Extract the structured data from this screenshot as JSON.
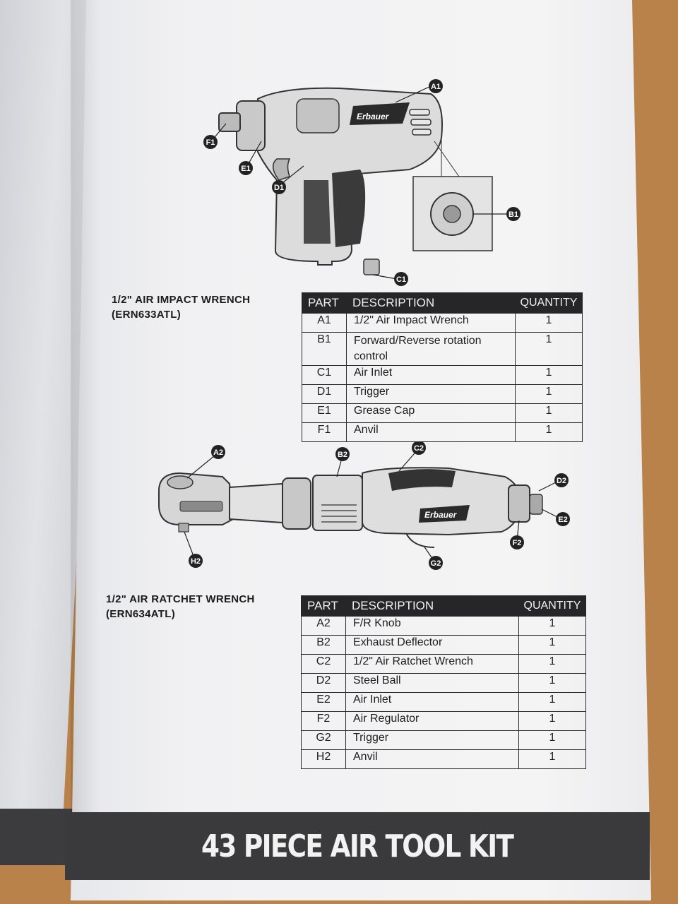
{
  "product1": {
    "title": "1/2\" AIR IMPACT WRENCH",
    "model": "(ERN633ATL)",
    "brand": "Erbauer",
    "callouts": [
      "A1",
      "B1",
      "C1",
      "D1",
      "E1",
      "F1"
    ],
    "table": {
      "headers": [
        "PART",
        "DESCRIPTION",
        "QUANTITY"
      ],
      "rows": [
        {
          "part": "A1",
          "description": "1/2\" Air Impact Wrench",
          "quantity": "1"
        },
        {
          "part": "B1",
          "description": "Forward/Reverse rotation control",
          "quantity": "1"
        },
        {
          "part": "C1",
          "description": "Air Inlet",
          "quantity": "1"
        },
        {
          "part": "D1",
          "description": "Trigger",
          "quantity": "1"
        },
        {
          "part": "E1",
          "description": "Grease Cap",
          "quantity": "1"
        },
        {
          "part": "F1",
          "description": "Anvil",
          "quantity": "1"
        }
      ]
    }
  },
  "product2": {
    "title": "1/2\" AIR RATCHET WRENCH",
    "model": "(ERN634ATL)",
    "brand": "Erbauer",
    "callouts": [
      "A2",
      "B2",
      "C2",
      "D2",
      "E2",
      "F2",
      "G2",
      "H2"
    ],
    "table": {
      "headers": [
        "PART",
        "DESCRIPTION",
        "QUANTITY"
      ],
      "rows": [
        {
          "part": "A2",
          "description": "F/R Knob",
          "quantity": "1"
        },
        {
          "part": "B2",
          "description": "Exhaust Deflector",
          "quantity": "1"
        },
        {
          "part": "C2",
          "description": "1/2\" Air Ratchet Wrench",
          "quantity": "1"
        },
        {
          "part": "D2",
          "description": "Steel Ball",
          "quantity": "1"
        },
        {
          "part": "E2",
          "description": "Air Inlet",
          "quantity": "1"
        },
        {
          "part": "F2",
          "description": "Air Regulator",
          "quantity": "1"
        },
        {
          "part": "G2",
          "description": "Trigger",
          "quantity": "1"
        },
        {
          "part": "H2",
          "description": "Anvil",
          "quantity": "1"
        }
      ]
    }
  },
  "banner": {
    "title": "43 PIECE AIR TOOL KIT"
  }
}
